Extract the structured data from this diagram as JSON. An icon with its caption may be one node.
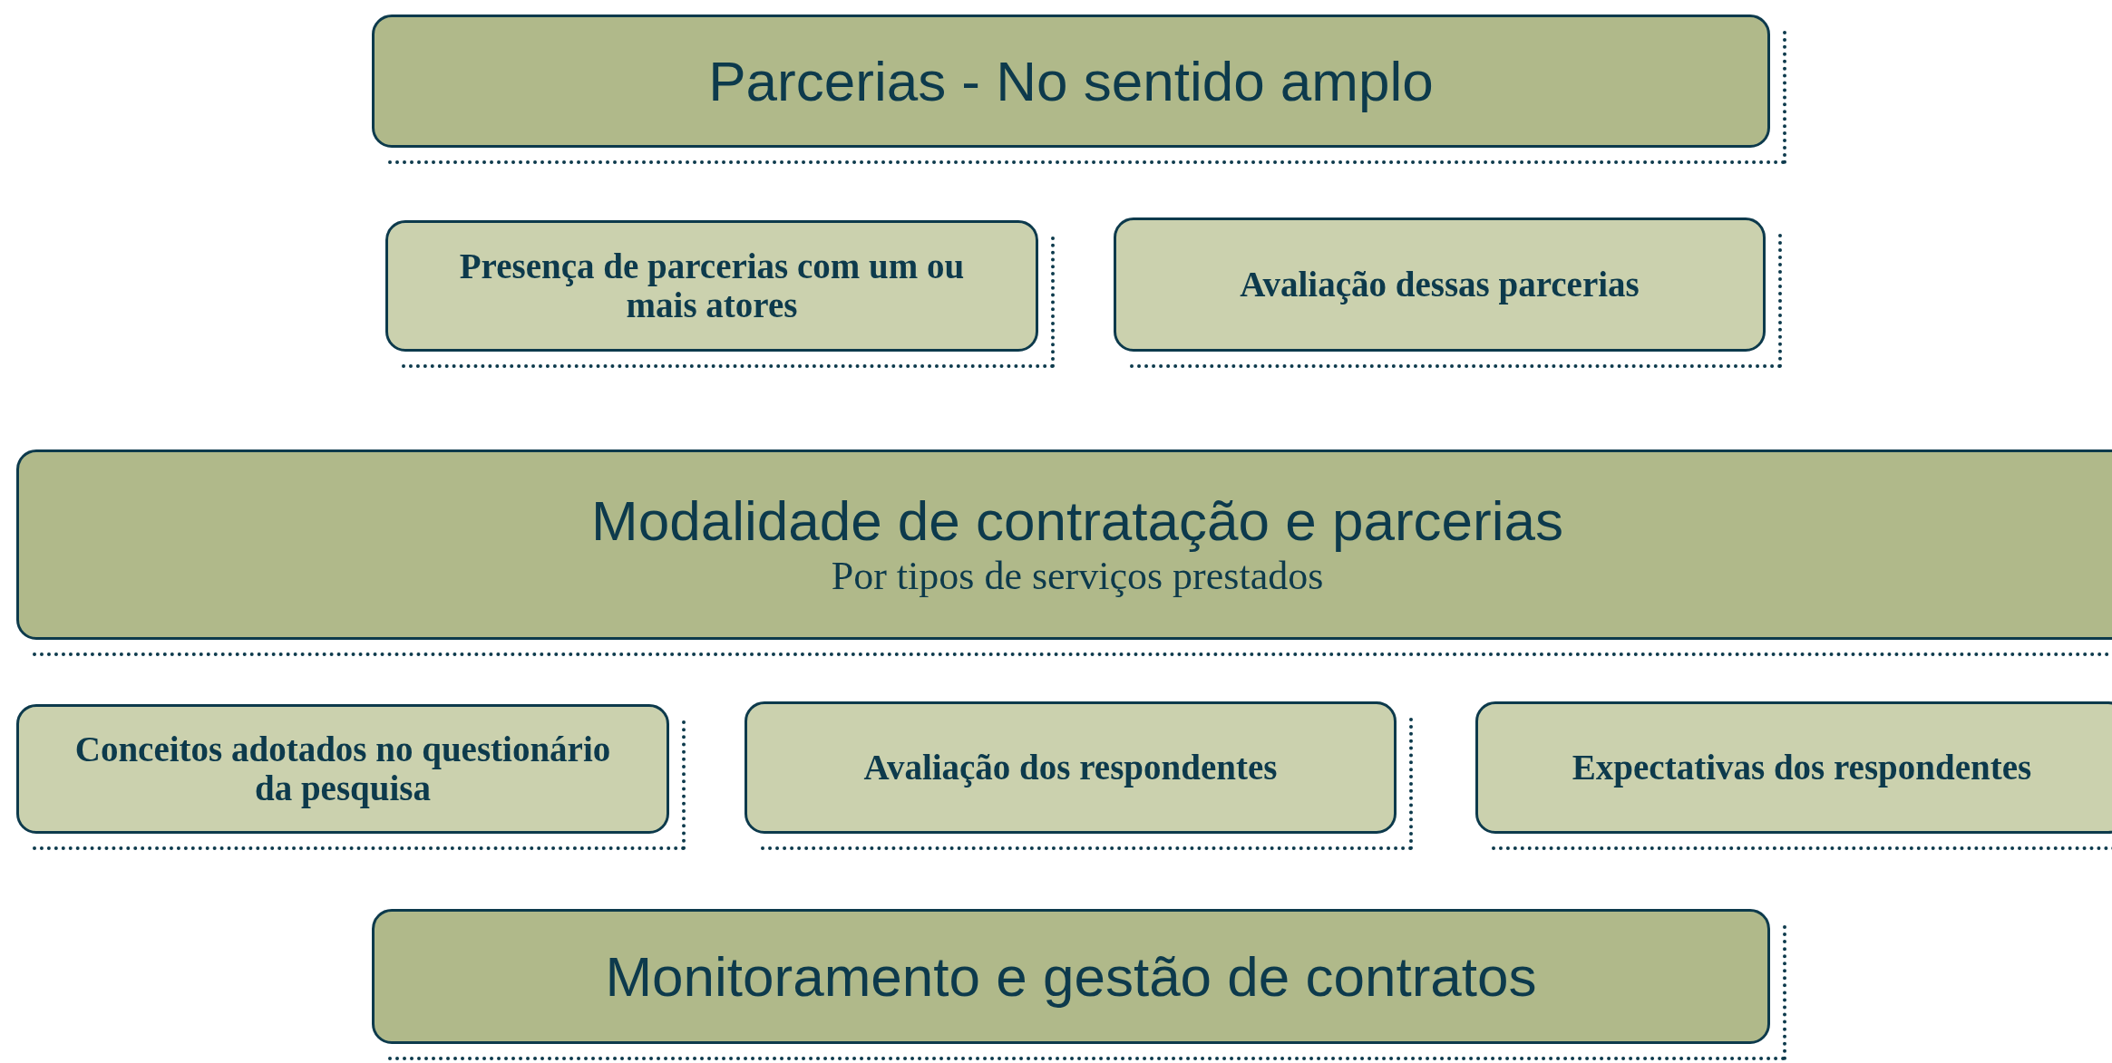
{
  "diagram": {
    "nodes": [
      {
        "text": [
          "Parcerias - No sentido amplo"
        ]
      },
      {
        "text": [
          "Presença de parcerias com um ou mais atores"
        ]
      },
      {
        "text": [
          "Avaliação dessas parcerias"
        ]
      },
      {
        "text": [
          "Modalidade de contratação e parcerias",
          "Por tipos de serviços prestados"
        ]
      },
      {
        "text": [
          "Conceitos adotados no questionário da pesquisa"
        ]
      },
      {
        "text": [
          "Avaliação dos respondentes"
        ]
      },
      {
        "text": [
          "Expectativas dos respondentes"
        ]
      },
      {
        "text": [
          "Monitoramento e gestão de contratos"
        ]
      }
    ]
  }
}
